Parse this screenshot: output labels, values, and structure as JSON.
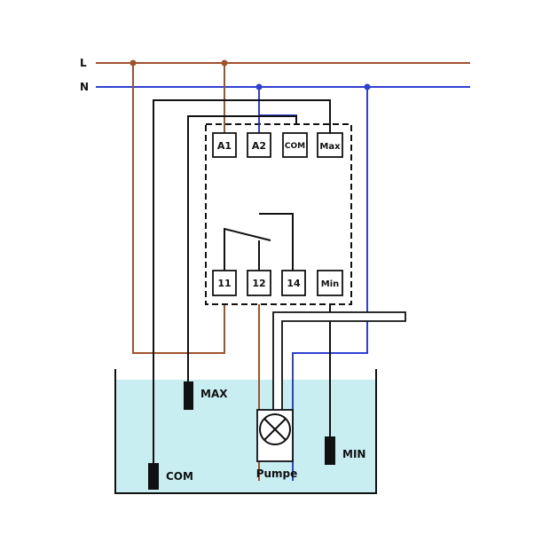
{
  "lines": {
    "phase_label": "L",
    "neutral_label": "N"
  },
  "colors": {
    "phase": "#a0522d",
    "neutral": "#2f3fd0",
    "wire": "#111111",
    "water": "#c8eef2",
    "background": "#ffffff"
  },
  "relay": {
    "top_terminals": [
      "A1",
      "A2",
      "COM",
      "Max"
    ],
    "bottom_terminals": [
      "11",
      "12",
      "14",
      "Min"
    ]
  },
  "tank": {
    "probe_max_label": "MAX",
    "probe_com_label": "COM",
    "probe_min_label": "MIN",
    "pump_label": "Pumpe"
  },
  "icons": {
    "pump": "pump-motor-icon",
    "probe": "electrode-probe-icon"
  }
}
